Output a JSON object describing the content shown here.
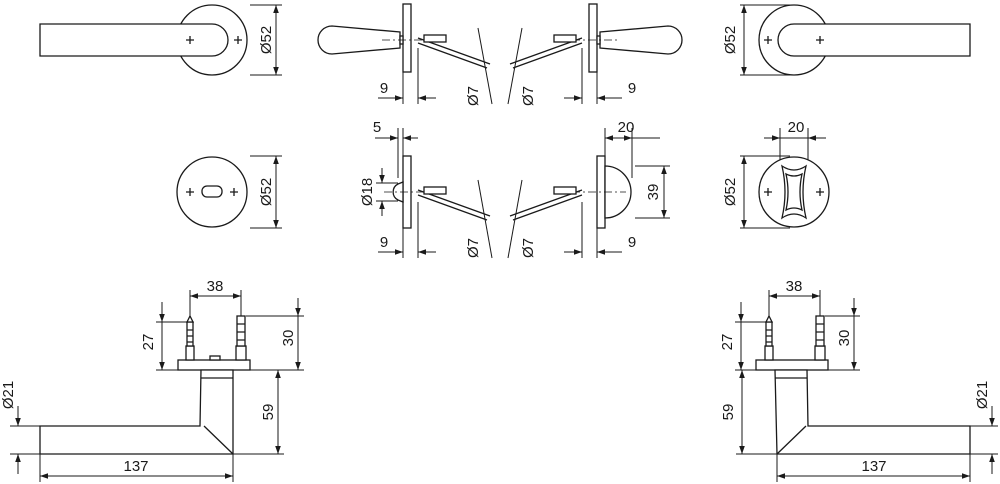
{
  "dimensions": {
    "rose_dia_1": "Ø52",
    "rose_dia_2": "Ø52",
    "rose_dia_3": "Ø52",
    "rose_dia_4": "Ø52",
    "offset_9_a": "9",
    "offset_9_b": "9",
    "offset_9_c": "9",
    "offset_9_d": "9",
    "pin_dia_a": "Ø7",
    "pin_dia_b": "Ø7",
    "pin_dia_c": "Ø7",
    "pin_dia_d": "Ø7",
    "thumb_gap": "5",
    "thumb_dia": "Ø18",
    "dome_width": "20",
    "dome_height": "39",
    "indicator_width": "20",
    "left_spacing": "38",
    "left_pin_27": "27",
    "left_pin_30": "30",
    "left_lever_dia": "Ø21",
    "left_height_59": "59",
    "left_length": "137",
    "right_spacing": "38",
    "right_pin_27": "27",
    "right_pin_30": "30",
    "right_lever_dia": "Ø21",
    "right_height_59": "59",
    "right_length": "137"
  }
}
